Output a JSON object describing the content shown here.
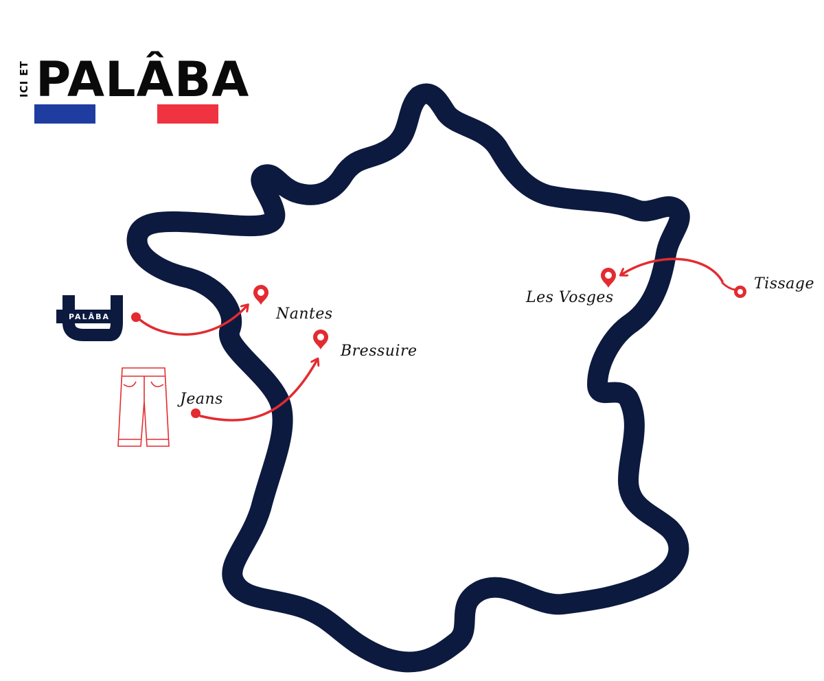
{
  "logo": {
    "side_text": "ICI ET",
    "brand_text": "PALÂBA",
    "flag_colors": {
      "blue": "#1f3da0",
      "red": "#ef3340"
    }
  },
  "badge": {
    "text": "PALÂBA",
    "icon": "u-monogram-icon"
  },
  "jeans_icon": "jeans-icon",
  "map": {
    "outline_color": "#0d1a3f",
    "accent_color": "#e32b30",
    "labels": {
      "nantes": "Nantes",
      "bressuire": "Bressuire",
      "jeans": "Jeans",
      "vosges": "Les Vosges",
      "tissage": "Tissage"
    }
  }
}
